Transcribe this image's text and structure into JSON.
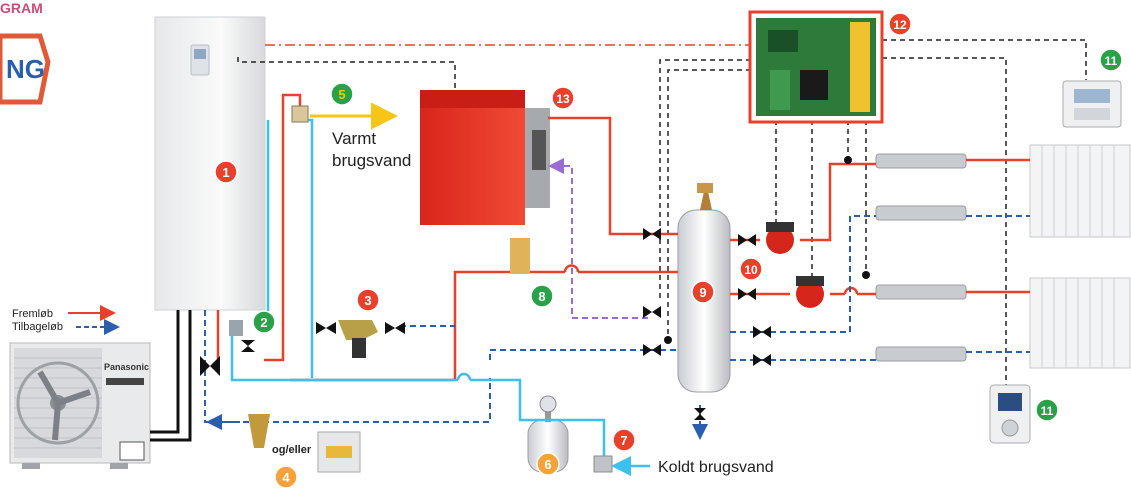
{
  "header": {
    "title_fragment": "GRAM",
    "logo_fragment": "NG"
  },
  "labels": {
    "hot_water": [
      "Varmt",
      "brugsvand"
    ],
    "cold_water": "Koldt brugsvand",
    "and_or": "og/eller",
    "brand": "Panasonic"
  },
  "legend": {
    "flow": "Fremløb",
    "return": "Tilbageløb"
  },
  "badges": [
    "1",
    "2",
    "3",
    "4",
    "5",
    "6",
    "7",
    "8",
    "9",
    "10",
    "11",
    "11",
    "12",
    "13"
  ],
  "colors": {
    "flow": "#e8412a",
    "return": "#2a5fb0",
    "cold_water": "#3cc0ee",
    "hot_water": "#f5c518",
    "control": "#222222",
    "comm": "#e8412a",
    "secondary": "#9a6bd0",
    "badge_red": "#e8402a",
    "badge_green": "#2aa048",
    "badge_orange": "#f5a23a"
  }
}
